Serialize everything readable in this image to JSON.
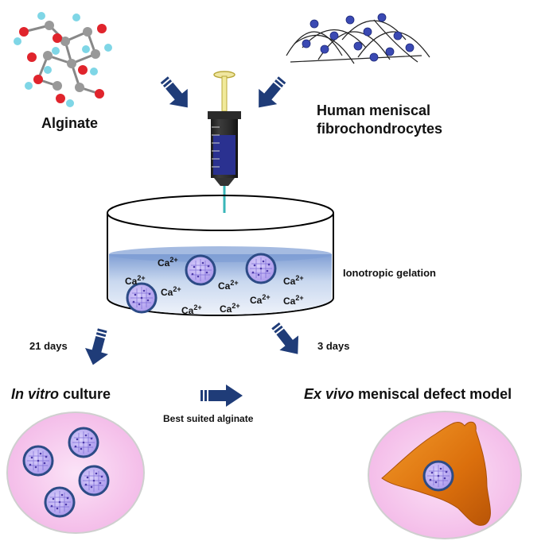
{
  "labels": {
    "alginate": "Alginate",
    "cells_line1": "Human meniscal",
    "cells_line2": "fibrochondrocytes",
    "gelation": "Ionotropic gelation",
    "days21": "21 days",
    "days3": "3 days",
    "invitro_italic": "In vitro",
    "invitro_rest": " culture",
    "exvivo_italic": "Ex vivo",
    "exvivo_rest": " meniscal defect model",
    "best": "Best suited alginate"
  },
  "calcium": {
    "symbol": "Ca",
    "charge": "2+"
  },
  "colors": {
    "arrow": "#1f3c78",
    "dish_liquid": "#9fb7dd",
    "bead_fill": "#b9a9ee",
    "bead_ring": "#2c4b86",
    "culture_plate": "#f6c8ee",
    "meniscus": "#e07a12"
  }
}
